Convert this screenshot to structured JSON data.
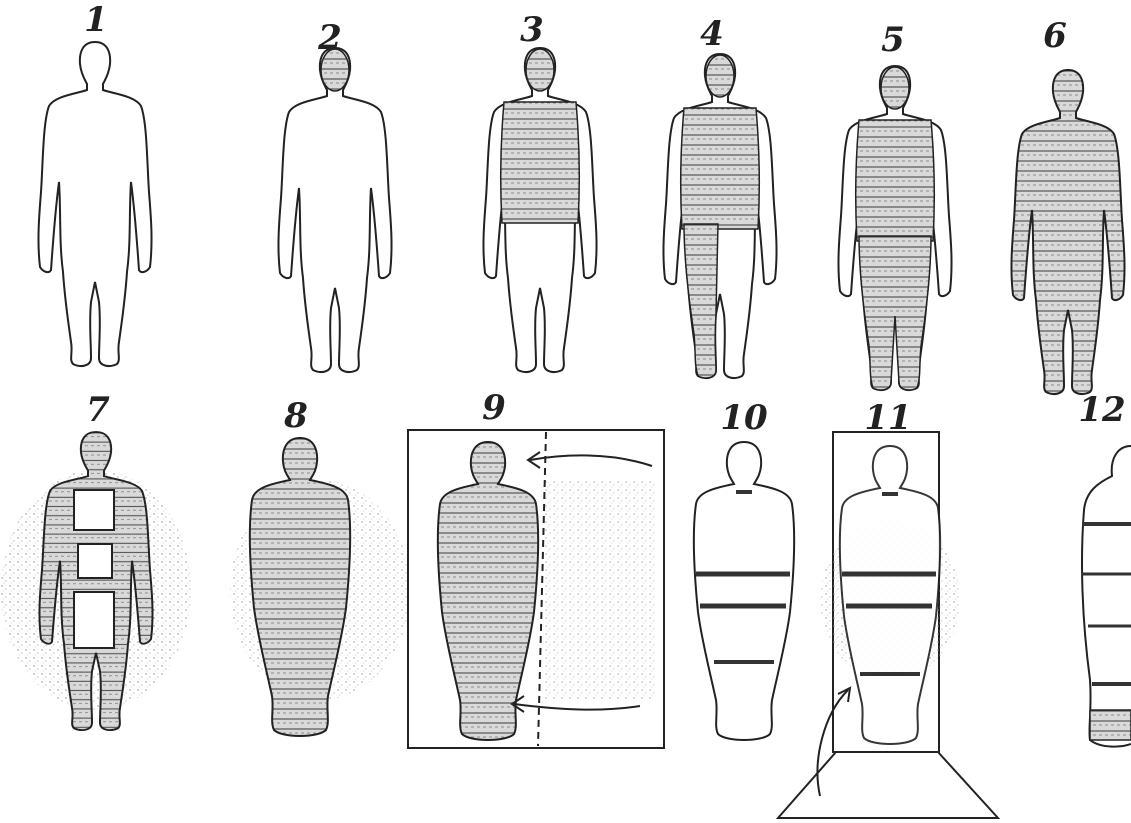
{
  "steps": [
    {
      "label": "1"
    },
    {
      "label": "2"
    },
    {
      "label": "3"
    },
    {
      "label": "4"
    },
    {
      "label": "5"
    },
    {
      "label": "6"
    },
    {
      "label": "7"
    },
    {
      "label": "8"
    },
    {
      "label": "9"
    },
    {
      "label": "10"
    },
    {
      "label": "11"
    },
    {
      "label": "12"
    }
  ],
  "colors": {
    "ink": "#222222",
    "wrap": "#9a9a9a",
    "shadow": "#c8c8c8"
  }
}
